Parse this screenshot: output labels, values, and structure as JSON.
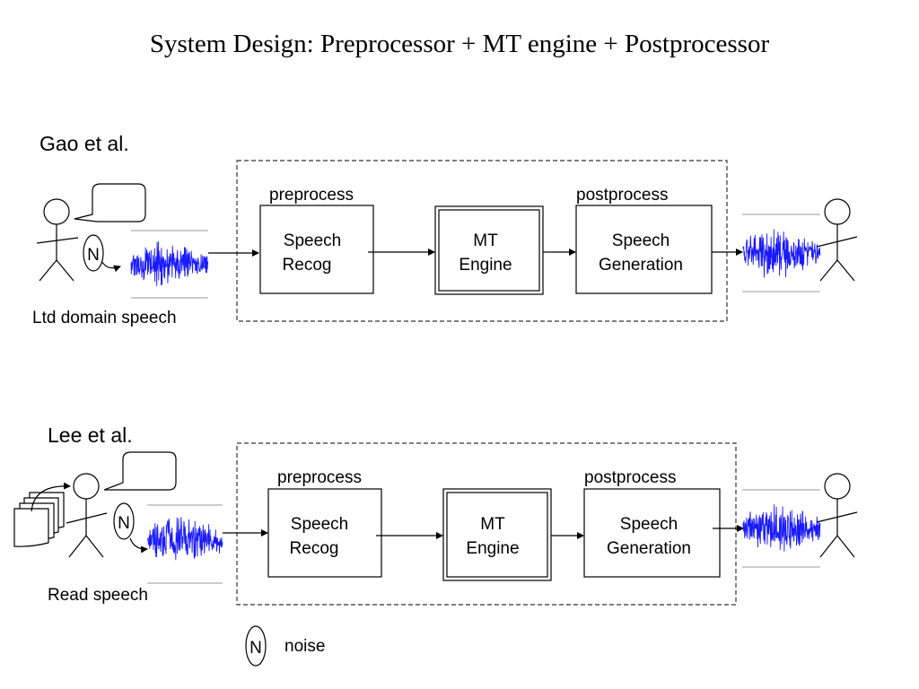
{
  "title": "System Design: Preprocessor + MT engine + Postprocessor",
  "rows": [
    {
      "heading": "Gao et al.",
      "caption": "Ltd domain speech",
      "noise_label": "N",
      "preprocess_label": "preprocess",
      "postprocess_label": "postprocess",
      "speech_recog": [
        "Speech",
        "Recog"
      ],
      "mt_engine": [
        "MT",
        "Engine"
      ],
      "speech_generation": [
        "Speech",
        "Generation"
      ]
    },
    {
      "heading": "Lee et al.",
      "caption": "Read speech",
      "noise_label": "N",
      "preprocess_label": "preprocess",
      "postprocess_label": "postprocess",
      "speech_recog": [
        "Speech",
        "Recog"
      ],
      "mt_engine": [
        "MT",
        "Engine"
      ],
      "speech_generation": [
        "Speech",
        "Generation"
      ]
    }
  ],
  "legend": {
    "symbol": "N",
    "label": "noise"
  },
  "colors": {
    "waveform": "#1a1aff",
    "stroke": "#000000"
  }
}
